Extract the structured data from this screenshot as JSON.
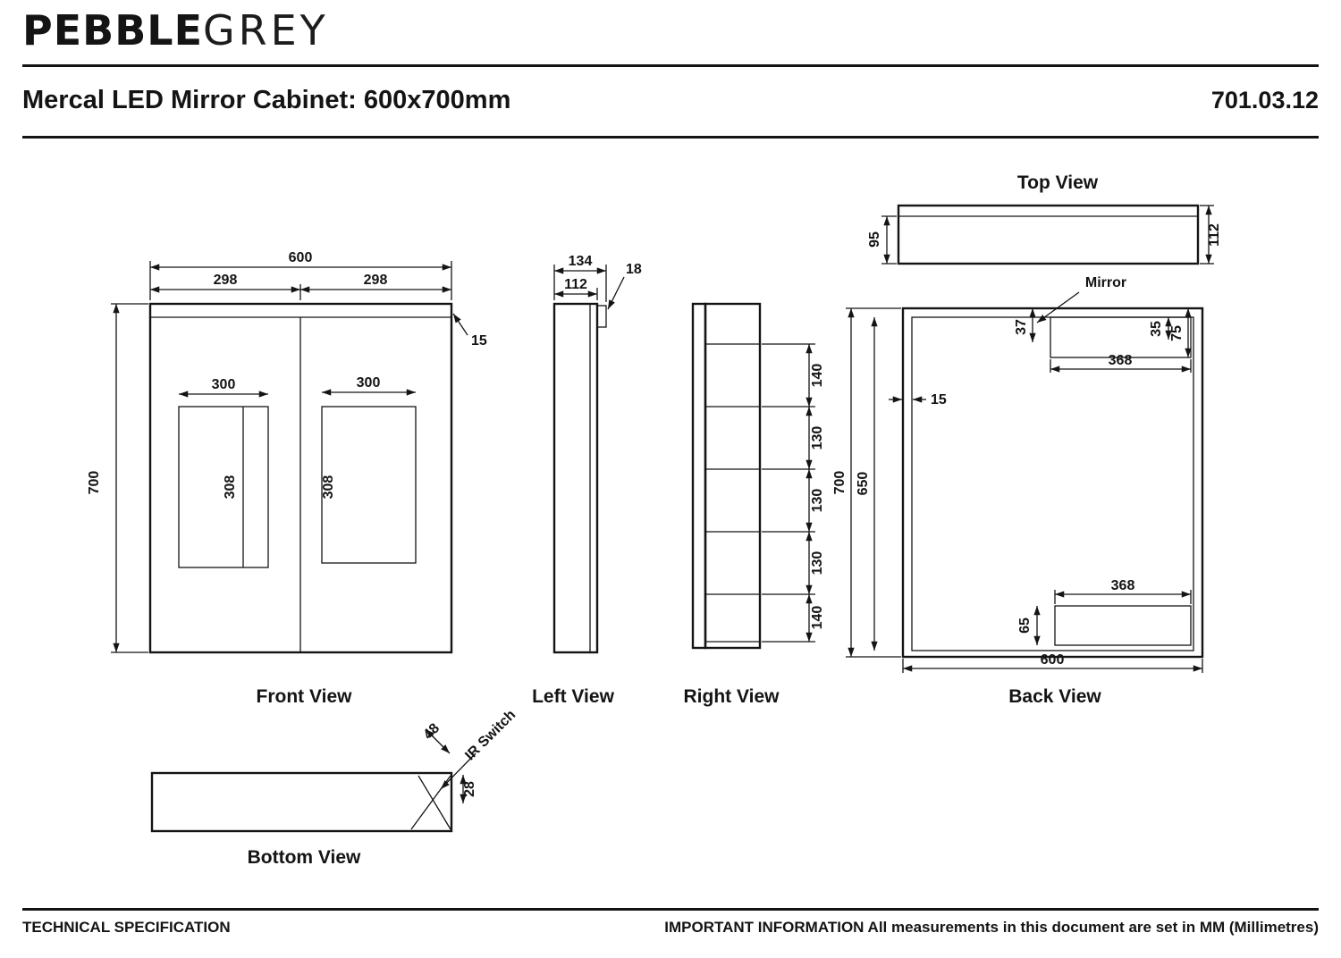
{
  "header": {
    "logo_part1": "pebble",
    "logo_part2": "grey",
    "title": "Mercal LED Mirror Cabinet: 600x700mm",
    "code": "701.03.12"
  },
  "views": {
    "front": {
      "label": "Front View",
      "dims": {
        "width": "600",
        "door_left": "298",
        "door_right": "298",
        "height": "700",
        "top_gap": "15",
        "pad_left_w": "300",
        "pad_left_h": "308",
        "pad_right_w": "300",
        "pad_right_h": "308"
      }
    },
    "left": {
      "label": "Left View",
      "dims": {
        "total_depth": "134",
        "body_depth": "112",
        "bracket": "18"
      }
    },
    "right": {
      "label": "Right View",
      "dims": {
        "s1": "140",
        "s2": "130",
        "s3": "130",
        "s4": "130",
        "s5": "140"
      }
    },
    "back": {
      "label": "Back View",
      "mirror_note": "Mirror",
      "dims": {
        "height": "700",
        "inner_height": "650",
        "width": "600",
        "top_offset": "37",
        "pad_top_w": "368",
        "pad_bottom_w": "368",
        "right_small": "35",
        "right_large": "75",
        "frame": "15",
        "bottom_offset": "65"
      }
    },
    "top": {
      "label": "Top View",
      "dims": {
        "front_depth": "95",
        "depth": "112"
      }
    },
    "bottom": {
      "label": "Bottom View",
      "ir_note": "IR Switch",
      "dims": {
        "diag": "48",
        "edge": "28"
      }
    }
  },
  "footer": {
    "left": "TECHNICAL SPECIFICATION",
    "right_bold": "IMPORTANT INFORMATION",
    "right_text": "All measurements in this document are set in MM (Millimetres)"
  }
}
